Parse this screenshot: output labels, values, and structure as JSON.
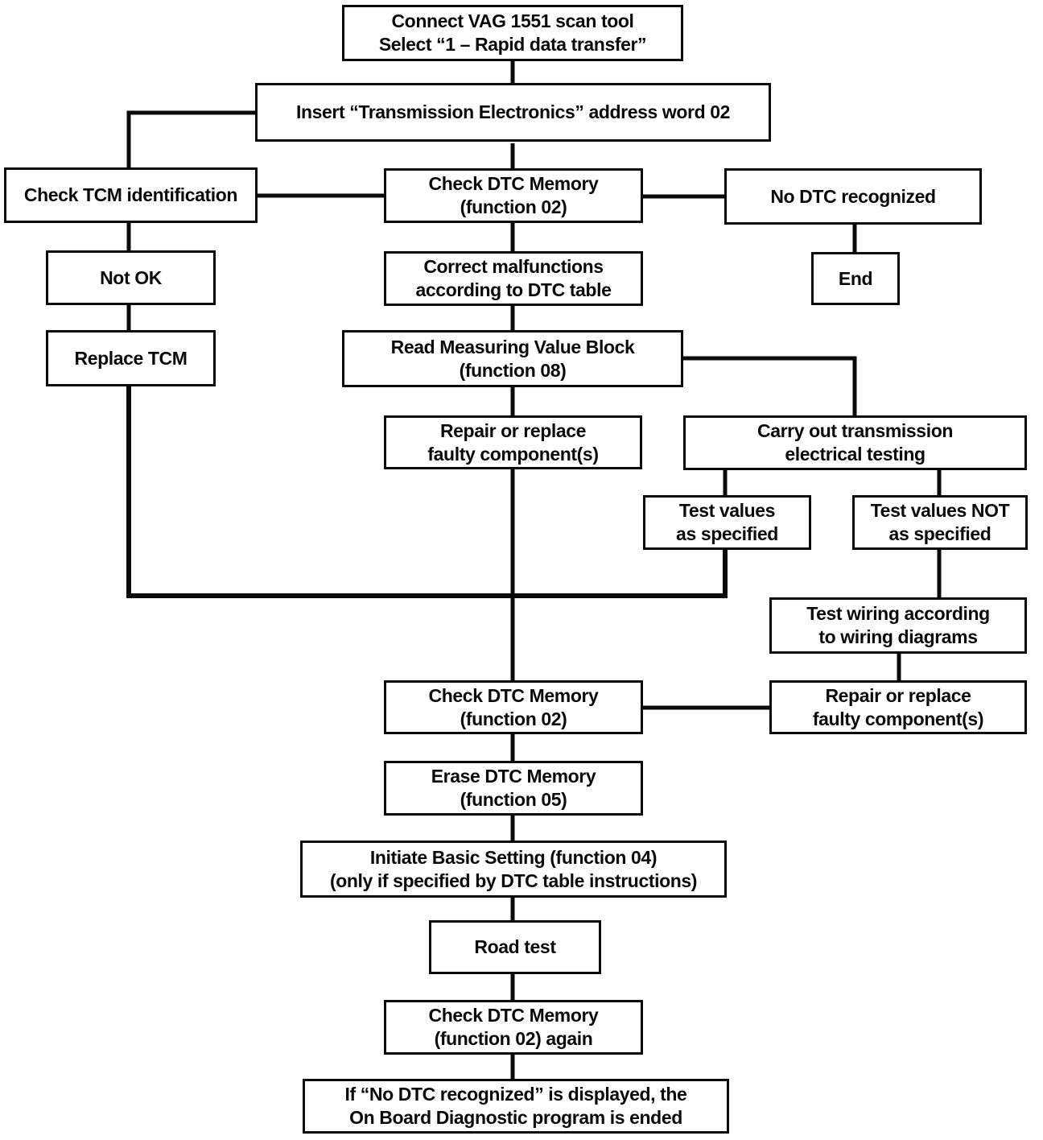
{
  "diagram": {
    "type": "flowchart",
    "subject": "VAG 1551 transmission on-board diagnostic procedure",
    "colors": {
      "line": "#0a0a0a",
      "box_border": "#0a0a0a",
      "background": "#ffffff",
      "text": "#0a0a0a"
    },
    "nodes": {
      "connect_scan_tool": {
        "text": "Connect VAG 1551 scan tool\nSelect “1 – Rapid data transfer”"
      },
      "insert_address_word": {
        "text": "Insert “Transmission Electronics” address word 02"
      },
      "check_tcm_identification": {
        "text": "Check TCM identification"
      },
      "check_dtc_memory_1": {
        "text": "Check DTC Memory\n(function 02)"
      },
      "no_dtc_recognized": {
        "text": "No DTC recognized"
      },
      "not_ok": {
        "text": "Not OK"
      },
      "end": {
        "text": "End"
      },
      "correct_malfunctions": {
        "text": "Correct malfunctions\naccording to DTC table"
      },
      "replace_tcm": {
        "text": "Replace TCM"
      },
      "read_measuring_value_block": {
        "text": "Read Measuring Value Block\n(function 08)"
      },
      "repair_replace_1": {
        "text": "Repair or replace\nfaulty component(s)"
      },
      "carry_out_electrical_testing": {
        "text": "Carry out transmission\nelectrical testing"
      },
      "test_values_as_specified": {
        "text": "Test values\nas specified"
      },
      "test_values_not_as_specified": {
        "text": "Test values NOT\nas specified"
      },
      "test_wiring": {
        "text": "Test wiring according\nto wiring diagrams"
      },
      "check_dtc_memory_2": {
        "text": "Check DTC Memory\n(function 02)"
      },
      "repair_replace_2": {
        "text": "Repair or replace\nfaulty component(s)"
      },
      "erase_dtc_memory": {
        "text": "Erase DTC Memory\n(function 05)"
      },
      "initiate_basic_setting": {
        "text": "Initiate Basic Setting (function 04)\n(only if specified by DTC table instructions)"
      },
      "road_test": {
        "text": "Road test"
      },
      "check_dtc_memory_again": {
        "text": "Check DTC Memory\n(function 02) again"
      },
      "obd_program_ended": {
        "text": "If “No DTC recognized” is displayed, the\nOn Board Diagnostic program is ended"
      }
    }
  }
}
